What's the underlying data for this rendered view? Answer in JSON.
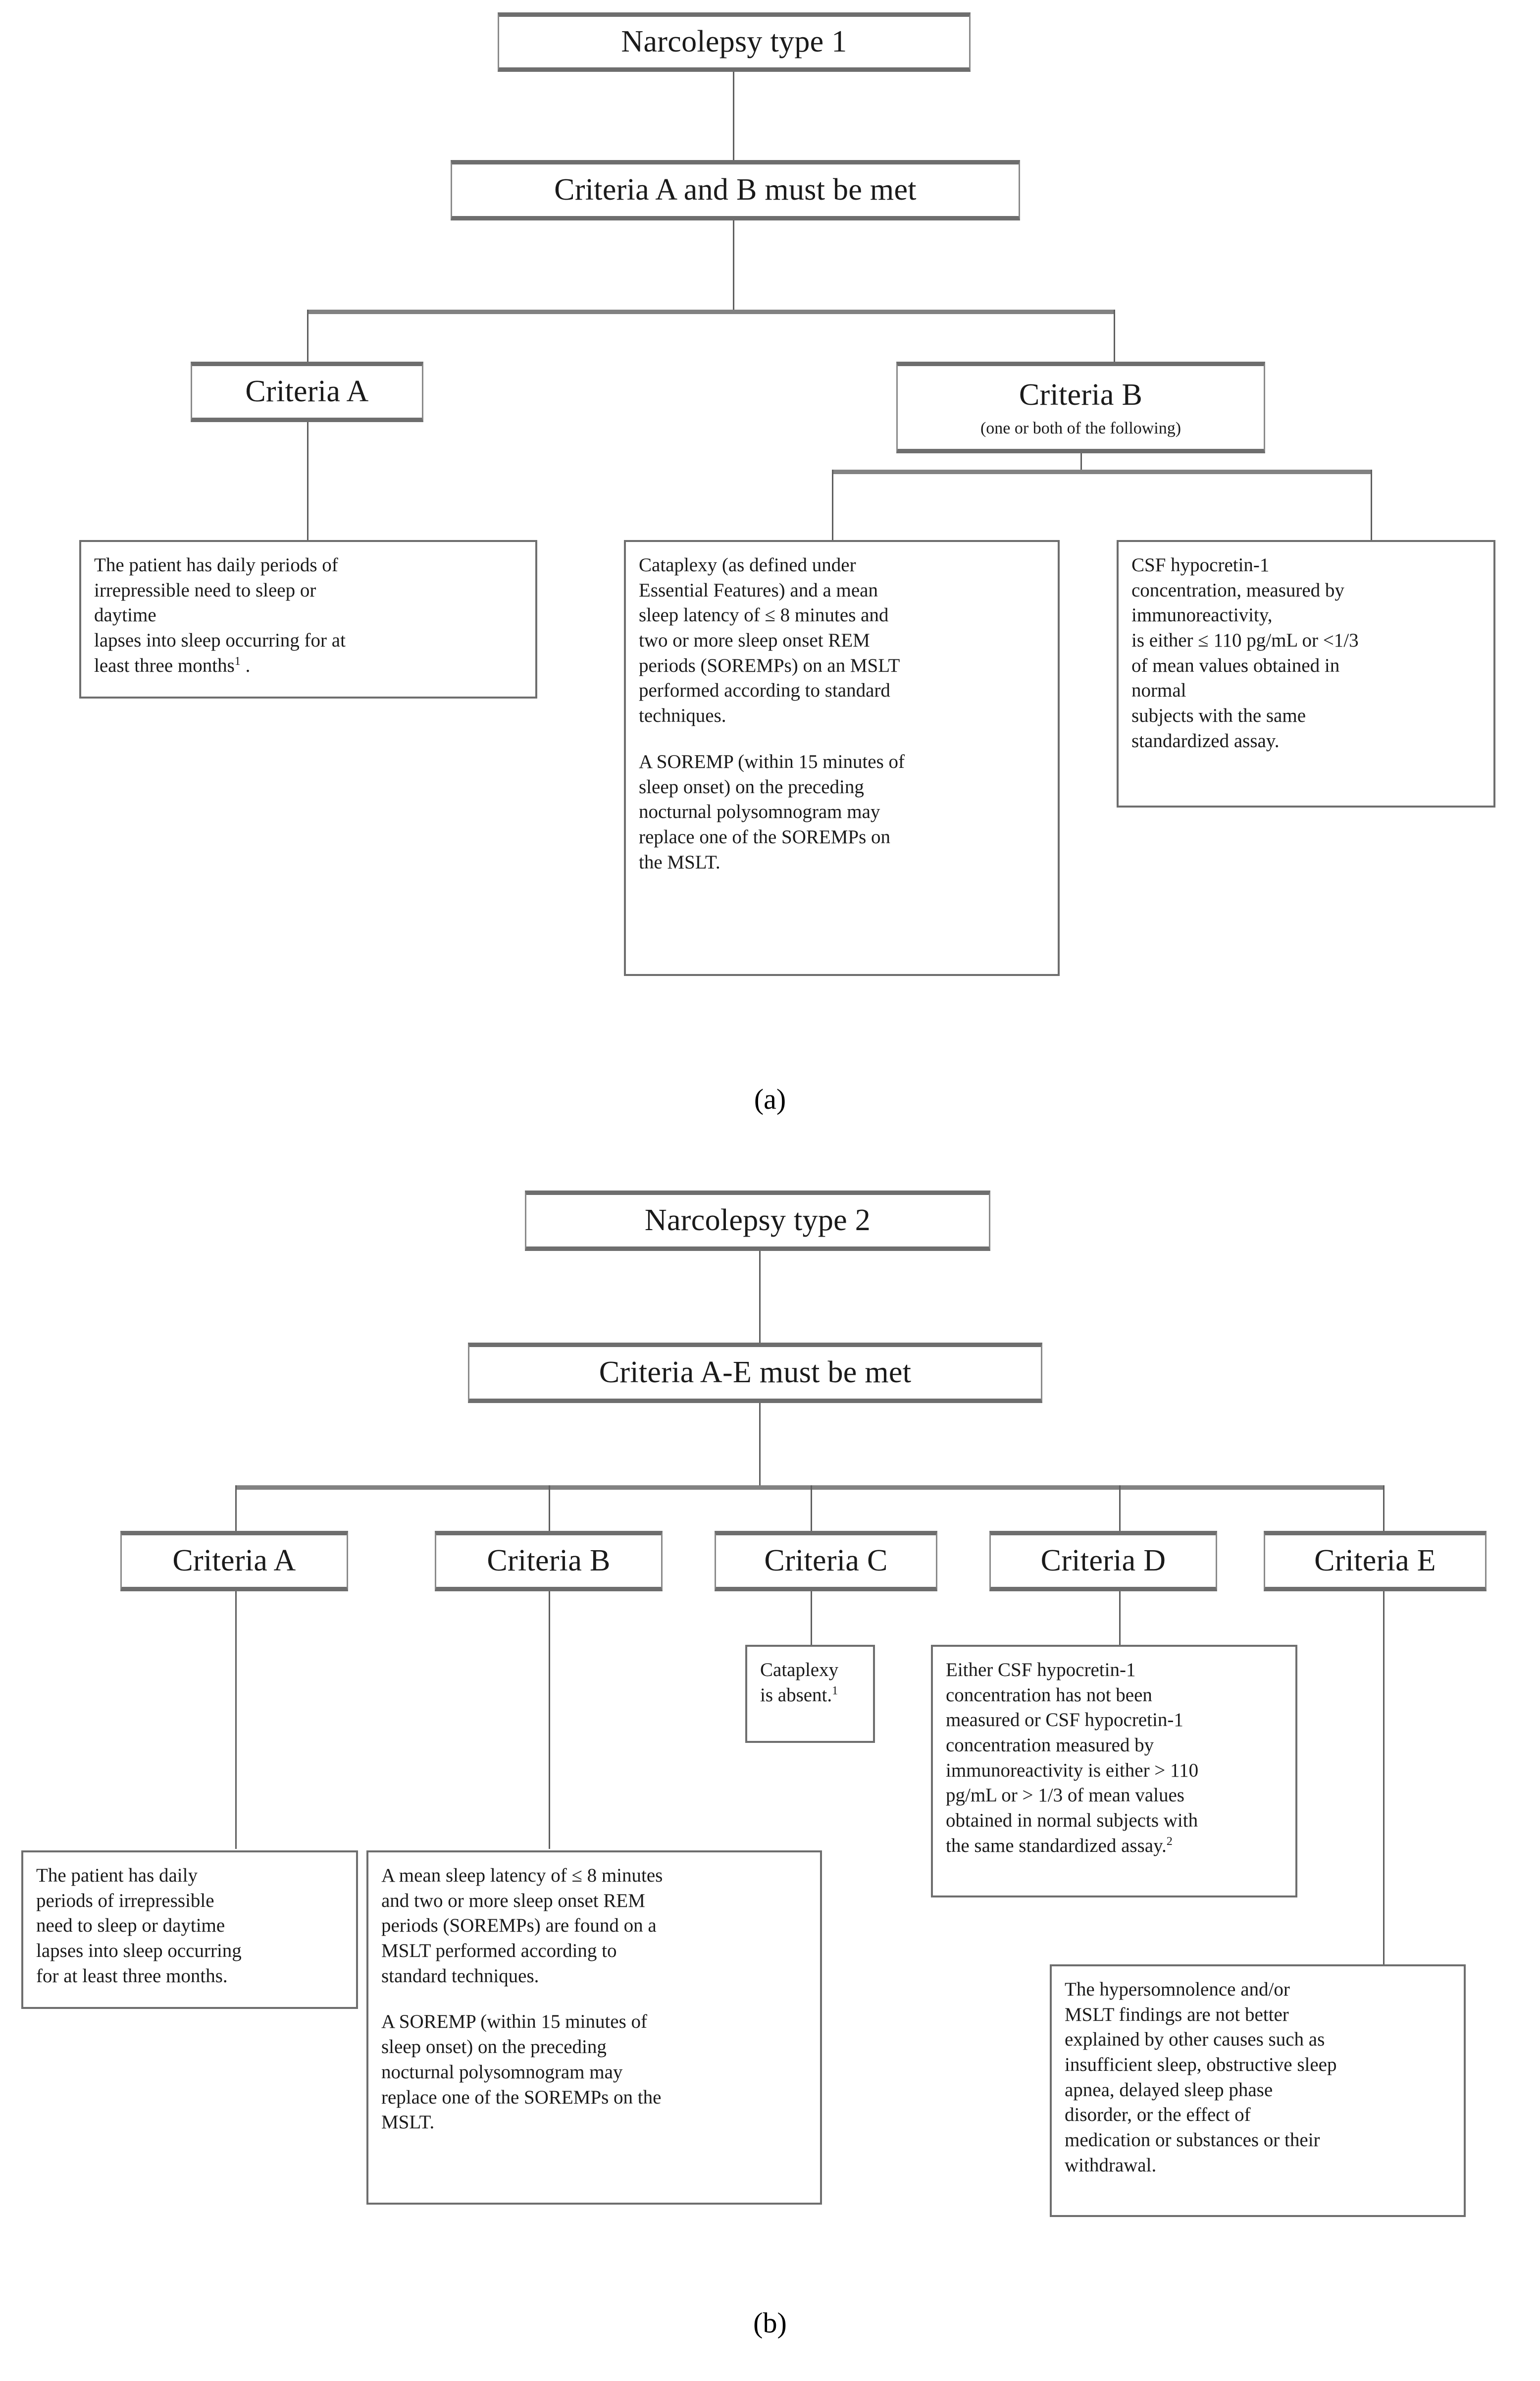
{
  "figure": {
    "panel_a_label": "(a)",
    "panel_b_label": "(b)"
  },
  "panel_a": {
    "title": "Narcolepsy type 1",
    "gate": "Criteria A and B must be met",
    "criteria_a": {
      "label": "Criteria A",
      "text": "The patient has daily periods of irrepressible need to sleep or daytime\nlapses into sleep occurring for at least three months1 ."
    },
    "criteria_b": {
      "label": "Criteria B",
      "sublabel": "(one or both of the following)",
      "option1_p1": "Cataplexy (as defined under Essential Features) and a mean sleep latency of ≤ 8 minutes and two or more sleep onset REM periods (SOREMPs) on an MSLT performed according to standard techniques.",
      "option1_p2": "A SOREMP (within 15 minutes of sleep onset) on the preceding nocturnal polysomnogram may replace one of the SOREMPs on the MSLT.",
      "option2": "CSF hypocretin-1 concentration, measured by immunoreactivity,\nis either ≤ 110 pg/mL or <1/3 of mean values obtained in normal\nsubjects with the same standardized assay."
    }
  },
  "panel_b": {
    "title": "Narcolepsy type 2",
    "gate": "Criteria A-E must be met",
    "criteria": [
      {
        "label": "Criteria A"
      },
      {
        "label": "Criteria B"
      },
      {
        "label": "Criteria C"
      },
      {
        "label": "Criteria D"
      },
      {
        "label": "Criteria E"
      }
    ],
    "criteria_a_text": "The patient has daily periods of irrepressible need to sleep or daytime lapses into sleep occurring for at least three months.",
    "criteria_b_p1": "A mean sleep latency of ≤ 8 minutes and two or more sleep onset REM periods (SOREMPs) are found on a MSLT performed according to standard techniques.",
    "criteria_b_p2": "A SOREMP (within 15 minutes of sleep onset) on the preceding nocturnal polysomnogram may replace one of the SOREMPs on the MSLT.",
    "criteria_c_text_main": "Cataplexy is absent.",
    "criteria_c_footnote": "1",
    "criteria_d_text_main": "Either CSF hypocretin-1 concentration has not been measured or CSF hypocretin-1 concentration measured by immunoreactivity is either > 110 pg/mL or > 1/3 of mean values obtained in normal subjects with the same standardized assay.",
    "criteria_d_footnote": "2",
    "criteria_e_text": "The hypersomnolence and/or MSLT findings are not better explained by other causes such as insufficient sleep, obstructive sleep apnea, delayed sleep phase disorder, or the effect of medication or substances or their withdrawal."
  }
}
